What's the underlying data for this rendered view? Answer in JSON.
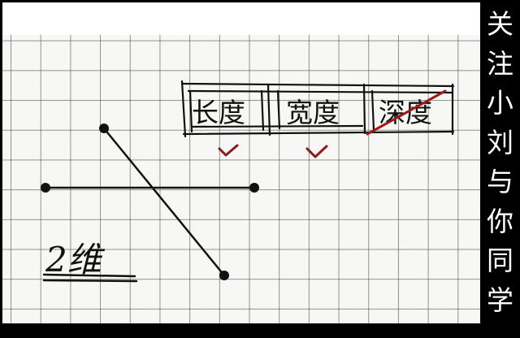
{
  "sidebar": {
    "chars": [
      "关",
      "注",
      "小",
      "刘",
      "与",
      "你",
      "同",
      "学"
    ]
  },
  "note": {
    "boxes": [
      {
        "label": "长度",
        "checked": true
      },
      {
        "label": "宽度",
        "checked": true
      },
      {
        "label": "深度",
        "checked": false,
        "crossed_out": true
      }
    ],
    "caption": "2维"
  },
  "colors": {
    "ink": "#111111",
    "check": "#8b1a1a",
    "strike": "#a01818",
    "sidebar_bg": "#000000"
  }
}
